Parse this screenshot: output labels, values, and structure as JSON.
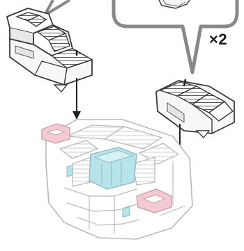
{
  "step": {
    "quantity_label": "×2",
    "colors": {
      "outline": "#3a3a3a",
      "brick_face": "#ffffff",
      "brick_shade": "#e6e6e6",
      "ghost_outline": "#b9b9b9",
      "pink_accent": "#f3c9d3",
      "cyan_accent": "#b7e3ea",
      "callout_border": "#888888"
    },
    "icons": [
      "left-sub-assembly",
      "right-sub-assembly",
      "base-assembly",
      "placement-arrow",
      "callout-bubble"
    ]
  }
}
